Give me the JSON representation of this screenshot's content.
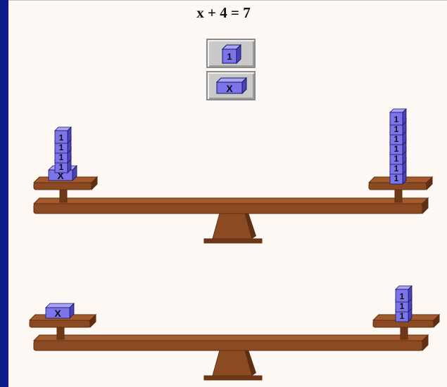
{
  "equation": "x + 4 = 7",
  "toolbox": {
    "unit_block_label": "1",
    "x_block_label": "X"
  },
  "balances": [
    {
      "left": {
        "x_blocks": 1,
        "unit_blocks": 4
      },
      "right": {
        "x_blocks": 0,
        "unit_blocks": 7
      }
    },
    {
      "left": {
        "x_blocks": 1,
        "unit_blocks": 0
      },
      "right": {
        "x_blocks": 0,
        "unit_blocks": 3
      }
    }
  ],
  "colors": {
    "background": "#0d1a8c",
    "panel": "#fdf8f3",
    "wood": "#8b4a22",
    "wood_dark": "#5e2f12",
    "block_fill": "#7b74ea",
    "block_top": "#a9a4f5",
    "block_side": "#4a43b8"
  }
}
